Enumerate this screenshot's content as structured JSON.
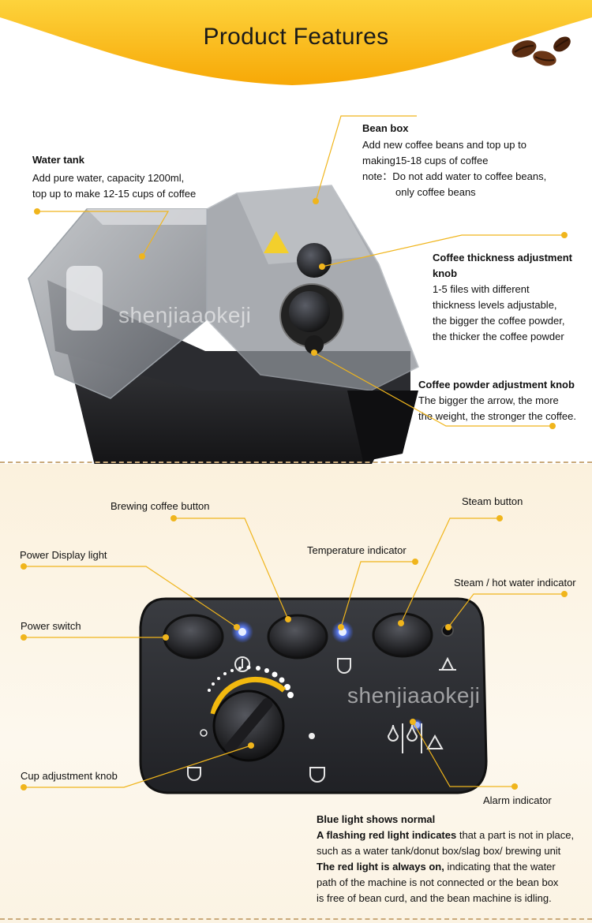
{
  "header": {
    "title": "Product Features"
  },
  "watermark": "shenjiaaokeji",
  "machine": {
    "water_tank": {
      "title": "Water tank",
      "lines": [
        "Add pure water, capacity 1200ml,",
        "top up to make 12-15 cups of coffee"
      ]
    },
    "bean_box": {
      "title": "Bean box",
      "lines": [
        "Add new coffee beans and top up to",
        "making15-18 cups of coffee",
        "note：Do not add water to coffee beans,",
        "only coffee beans"
      ]
    },
    "thickness_knob": {
      "title_lines": [
        "Coffee thickness adjustment",
        "knob"
      ],
      "lines": [
        "1-5 files with different",
        "thickness levels adjustable,",
        "the bigger the coffee powder,",
        "the thicker the coffee powder"
      ]
    },
    "powder_knob": {
      "title": "Coffee powder adjustment knob",
      "lines": [
        "The bigger the arrow, the more",
        "the weight, the stronger the coffee."
      ]
    }
  },
  "panel": {
    "brewing_button": "Brewing coffee button",
    "steam_button": "Steam button",
    "power_display_light": "Power Display light",
    "temperature_indicator": "Temperature indicator",
    "steam_hot_water_indicator": "Steam / hot water indicator",
    "power_switch": "Power switch",
    "cup_knob": "Cup adjustment knob",
    "alarm_indicator": "Alarm indicator"
  },
  "notes": {
    "line1_bold": "Blue light shows normal",
    "line2_bold": "A flashing red light indicates",
    "line2_rest": " that a part is not in place,",
    "line3": "such as a water tank/donut box/slag box/ brewing unit",
    "line4_bold": "The red light is always on,",
    "line4_rest": " indicating that the water",
    "line5": "path of the machine is not connected or the bean box",
    "line6": "is free of bean curd, and the bean machine is idling."
  },
  "colors": {
    "banner_yellow": "#f9b10a",
    "callout_line": "#f0b51c",
    "panel_body": "#2b2d31",
    "indicator_blue": "#3a63ff",
    "knob_ring": "#f2b90f"
  }
}
